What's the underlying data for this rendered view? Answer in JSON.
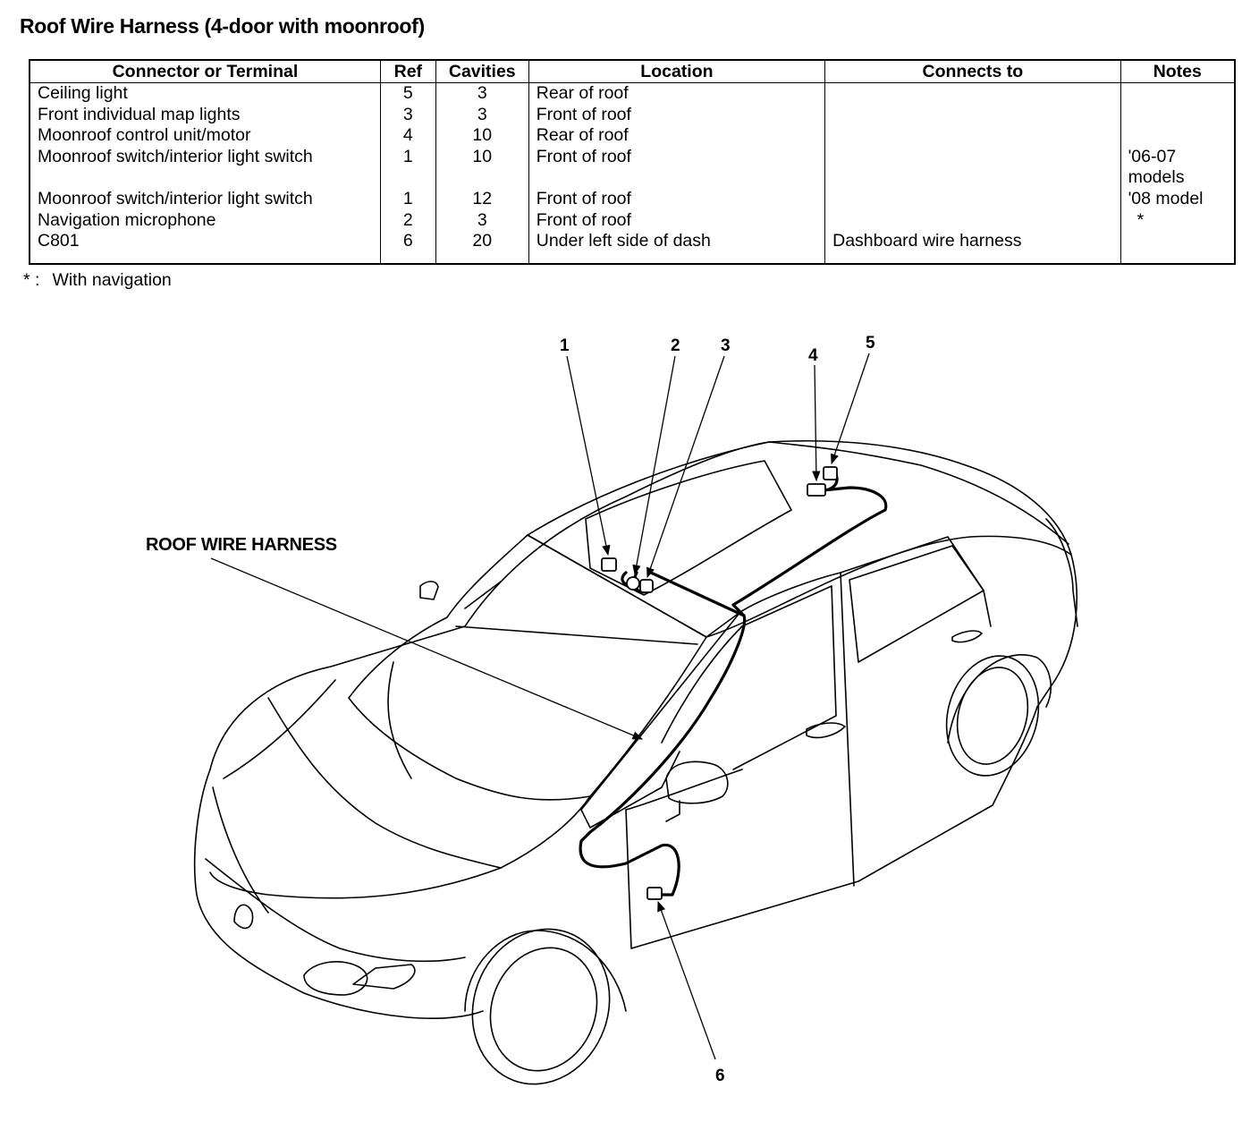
{
  "title": "Roof Wire Harness (4-door with moonroof)",
  "table": {
    "headers": [
      "Connector or Terminal",
      "Ref",
      "Cavities",
      "Location",
      "Connects to",
      "Notes"
    ],
    "rows": [
      {
        "connector": "Ceiling light",
        "ref": "5",
        "cavities": "3",
        "location": "Rear of roof",
        "connects_to": "",
        "notes": ""
      },
      {
        "connector": "Front individual map lights",
        "ref": "3",
        "cavities": "3",
        "location": "Front of roof",
        "connects_to": "",
        "notes": ""
      },
      {
        "connector": "Moonroof control unit/motor",
        "ref": "4",
        "cavities": "10",
        "location": "Rear of roof",
        "connects_to": "",
        "notes": ""
      },
      {
        "connector": "Moonroof switch/interior light switch",
        "ref": "1",
        "cavities": "10",
        "location": "Front of roof",
        "connects_to": "",
        "notes": "'06-07 models"
      },
      {
        "connector": "Moonroof switch/interior light switch",
        "ref": "1",
        "cavities": "12",
        "location": "Front of roof",
        "connects_to": "",
        "notes": "'08 model"
      },
      {
        "connector": "Navigation microphone",
        "ref": "2",
        "cavities": "3",
        "location": "Front of roof",
        "connects_to": "",
        "notes": "*"
      },
      {
        "connector": "C801",
        "ref": "6",
        "cavities": "20",
        "location": "Under left side of dash",
        "connects_to": "Dashboard wire harness",
        "notes": ""
      }
    ]
  },
  "footnote": {
    "mark": "* :",
    "text": "With navigation"
  },
  "diagram": {
    "harness_label": "ROOF WIRE HARNESS",
    "callouts": [
      "1",
      "2",
      "3",
      "4",
      "5",
      "6"
    ]
  }
}
